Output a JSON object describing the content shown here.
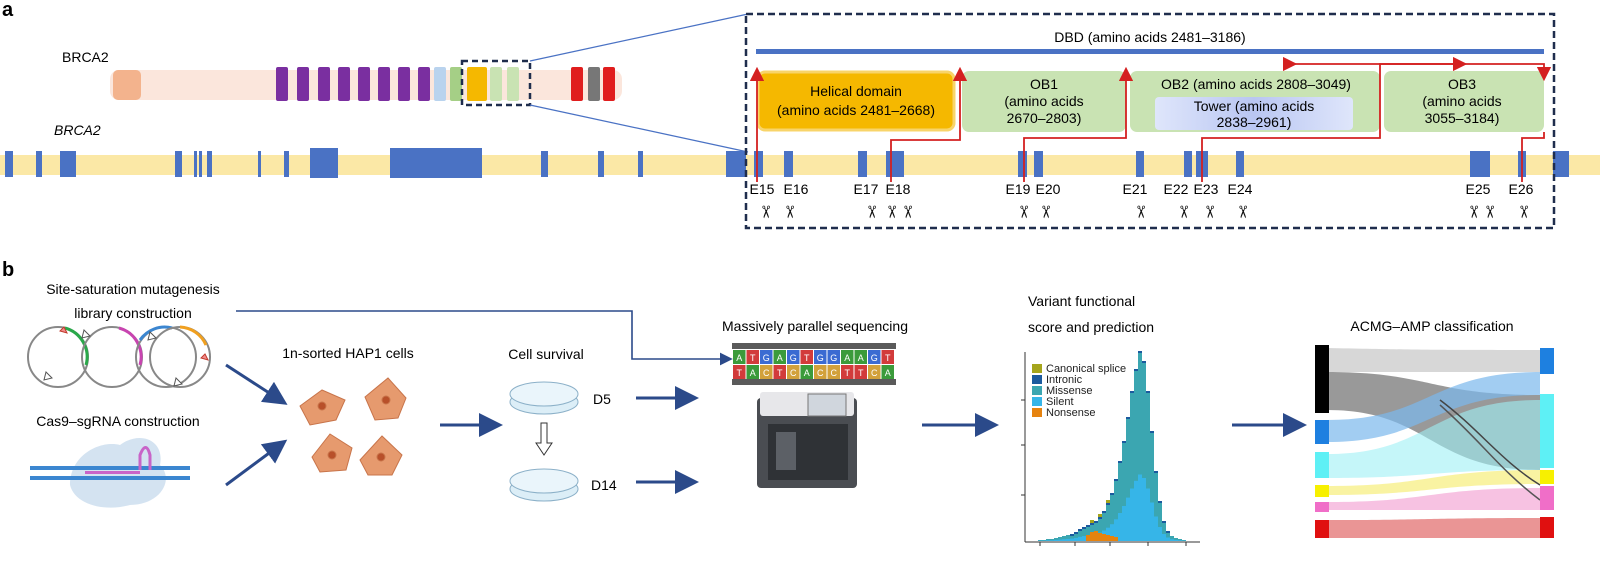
{
  "panel_a": {
    "label": "a",
    "protein_name": "BRCA2",
    "gene_name": "BRCA2",
    "dbd_label": "DBD (amino acids 2481–3186)",
    "helical_line1": "Helical domain",
    "helical_line2": "(amino acids 2481–2668)",
    "ob1_line1": "OB1",
    "ob1_line2": "(amino acids",
    "ob1_line3": "2670–2803)",
    "ob2_line1": "OB2 (amino acids 2808–3049)",
    "tower_line1": "Tower (amino acids",
    "tower_line2": "2838–2961)",
    "ob3_line1": "OB3",
    "ob3_line2": "(amino acids",
    "ob3_line3": "3055–3184)",
    "exons": [
      "E15",
      "E16",
      "E17",
      "E18",
      "E19",
      "E20",
      "E21",
      "E22",
      "E23",
      "E24",
      "E25",
      "E26"
    ],
    "scissors_glyph": "✂"
  },
  "panel_b": {
    "label": "b",
    "ssm_line1": "Site-saturation mutagenesis",
    "ssm_line2": "library construction",
    "cas9_label": "Cas9–sgRNA construction",
    "hap1_label": "1n-sorted HAP1 cells",
    "survival_label": "Cell survival",
    "d5_label": "D5",
    "d14_label": "D14",
    "seq_label": "Massively parallel sequencing",
    "dna_top": [
      "A",
      "T",
      "G",
      "A",
      "G",
      "T",
      "G",
      "G",
      "A",
      "A",
      "G",
      "T"
    ],
    "dna_bottom": [
      "T",
      "A",
      "C",
      "T",
      "C",
      "A",
      "C",
      "C",
      "T",
      "T",
      "C",
      "A"
    ],
    "vfs_line1": "Variant functional",
    "vfs_line2": "score and prediction",
    "acmg_label": "ACMG–AMP classification",
    "legend": [
      "Canonical splice",
      "Intronic",
      "Missense",
      "Silent",
      "Nonsense"
    ]
  },
  "colors": {
    "frame": "#1f2d4d",
    "blue": "#4a72c4",
    "exon_blue": "#4a72c4",
    "gene_bar": "#fbe8a6",
    "helical": "#f5b800",
    "ob_green": "#c9e3b3",
    "red_arrow": "#d42020",
    "navy_arrow": "#2b4a8a",
    "canonical_splice": "#a5a51c",
    "intronic": "#1b5a9e",
    "missense": "#3ba6b1",
    "silent": "#36b5e8",
    "nonsense": "#e6830f"
  }
}
